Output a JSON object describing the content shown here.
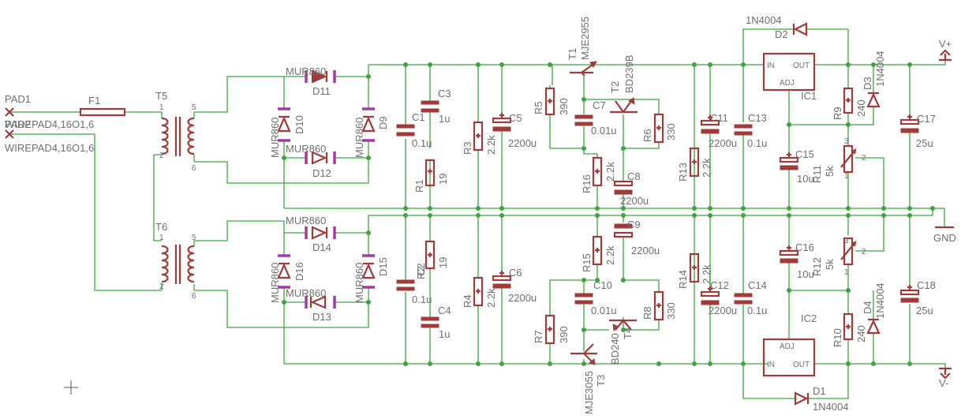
{
  "pads": {
    "pad1": "PAD1",
    "pad2": "PAD2",
    "wire1": "WIREPAD4,16O1,6",
    "wire2": "WIREPAD4,16O1,6"
  },
  "fuse": "F1",
  "transformers": [
    {
      "ref": "T5",
      "pins": [
        "1",
        "5",
        "2",
        "6"
      ]
    },
    {
      "ref": "T6",
      "pins": [
        "1",
        "5",
        "2",
        "6"
      ]
    }
  ],
  "diodes": [
    {
      "ref": "D11",
      "value": "MUR860"
    },
    {
      "ref": "D10",
      "value": "MUR860"
    },
    {
      "ref": "D9",
      "value": "MUR860"
    },
    {
      "ref": "D12",
      "value": "MUR860"
    },
    {
      "ref": "D14",
      "value": "MUR860"
    },
    {
      "ref": "D16",
      "value": "MUR860"
    },
    {
      "ref": "D15",
      "value": "MUR860"
    },
    {
      "ref": "D13",
      "value": "MUR860"
    },
    {
      "ref": "D2",
      "value": "1N4004"
    },
    {
      "ref": "D3",
      "value": "1N4004"
    },
    {
      "ref": "D4",
      "value": "1N4004"
    },
    {
      "ref": "D1",
      "value": "1N4004"
    }
  ],
  "capacitors": [
    {
      "ref": "C1",
      "value": "0.1u"
    },
    {
      "ref": "C3",
      "value": "1u"
    },
    {
      "ref": "C5",
      "value": "2200u"
    },
    {
      "ref": "C7",
      "value": "0.01u"
    },
    {
      "ref": "C8",
      "value": "2200u"
    },
    {
      "ref": "C11",
      "value": "2200u"
    },
    {
      "ref": "C13",
      "value": "0.1u"
    },
    {
      "ref": "C15",
      "value": "10u"
    },
    {
      "ref": "C17",
      "value": "25u"
    },
    {
      "ref": "C2",
      "value": "0.1u"
    },
    {
      "ref": "C4",
      "value": "1u"
    },
    {
      "ref": "C6",
      "value": "2200u"
    },
    {
      "ref": "C9",
      "value": "2200u"
    },
    {
      "ref": "C10",
      "value": "0.01u"
    },
    {
      "ref": "C12",
      "value": "2200u"
    },
    {
      "ref": "C14",
      "value": "0.1u"
    },
    {
      "ref": "C16",
      "value": "10u"
    },
    {
      "ref": "C18",
      "value": "25u"
    }
  ],
  "resistors": [
    {
      "ref": "R1",
      "value": "19"
    },
    {
      "ref": "R3",
      "value": "2.2k"
    },
    {
      "ref": "R5",
      "value": "390"
    },
    {
      "ref": "R6",
      "value": "330"
    },
    {
      "ref": "R16",
      "value": "2.2k"
    },
    {
      "ref": "R13",
      "value": "2.2k"
    },
    {
      "ref": "R9",
      "value": "240"
    },
    {
      "ref": "R11",
      "value": "5k"
    },
    {
      "ref": "R2",
      "value": "19"
    },
    {
      "ref": "R4",
      "value": "2.2k"
    },
    {
      "ref": "R7",
      "value": "390"
    },
    {
      "ref": "R8",
      "value": "330"
    },
    {
      "ref": "R15",
      "value": "2.2k"
    },
    {
      "ref": "R14",
      "value": "2.2k"
    },
    {
      "ref": "R10",
      "value": "240"
    },
    {
      "ref": "R12",
      "value": "5k"
    }
  ],
  "transistors": [
    {
      "ref": "T1",
      "value": "MJE2955"
    },
    {
      "ref": "T2",
      "value": "BD239B"
    },
    {
      "ref": "T3",
      "value": "MJE3055"
    },
    {
      "ref": "T4",
      "value": "BD240"
    }
  ],
  "regulators": [
    {
      "ref": "IC1",
      "in": "IN",
      "out": "OUT",
      "adj": "ADJ"
    },
    {
      "ref": "IC2",
      "in": "IN",
      "out": "OUT",
      "adj": "ADJ"
    }
  ],
  "pot_pins": {
    "p1": "1",
    "p2": "2",
    "p3": "3"
  },
  "supplies": {
    "vplus": "V+",
    "vminus": "V-",
    "gnd": "GND"
  }
}
